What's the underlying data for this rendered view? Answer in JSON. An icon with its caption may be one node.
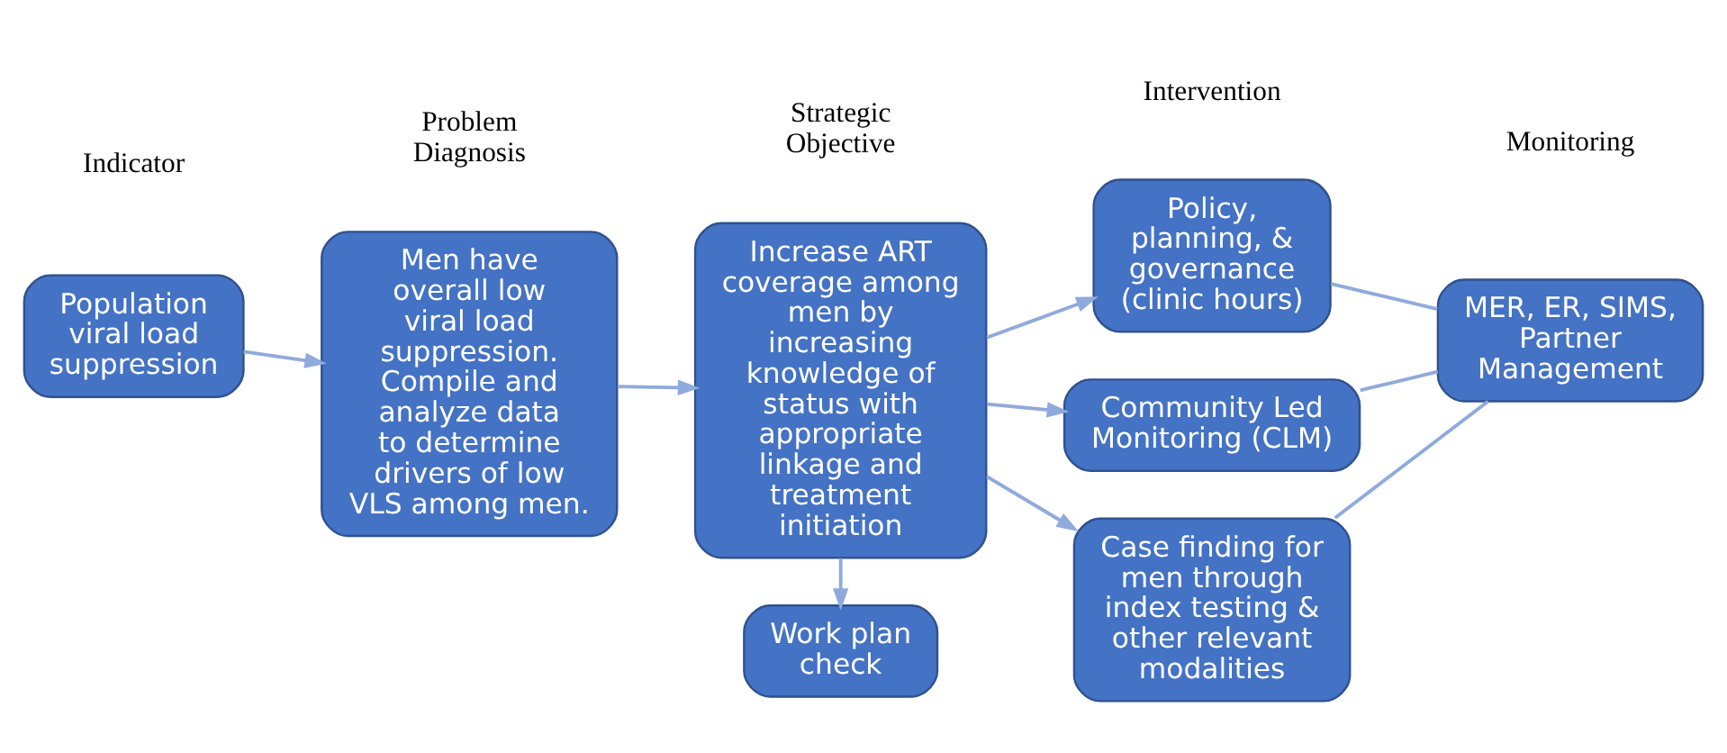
{
  "diagram": {
    "nodes": [
      {
        "text": [
          "Population viral load suppression"
        ]
      },
      {
        "text": [
          "Men have overall low viral load suppression. Compile and analyze data to determine drivers of low VLS among men."
        ]
      },
      {
        "text": [
          "Increase ART coverage among men by increasing knowledge of status with appropriate linkage and treatment initiation"
        ]
      },
      {
        "text": [
          "Work plan check"
        ]
      },
      {
        "text": [
          "Case finding for men through index testing & other relevant modalities"
        ]
      },
      {
        "text": [
          "Policy, planning, & governance (clinic hours)"
        ]
      },
      {
        "text": [
          "Community Led Monitoring (CLM)"
        ]
      },
      {
        "text": [
          "MER, ER, SIMS, Partner Management"
        ]
      }
    ],
    "edges": [
      {
        "from": 0,
        "to": 1,
        "arrow": "to"
      },
      {
        "from": 1,
        "to": 2,
        "arrow": "to"
      },
      {
        "from": 2,
        "to": 4,
        "arrow": "to"
      },
      {
        "from": 2,
        "to": 5,
        "arrow": "to"
      },
      {
        "from": 2,
        "to": 6,
        "arrow": "to"
      },
      {
        "from": 2,
        "to": 3,
        "arrow": "to"
      },
      {
        "from": 4,
        "to": 7,
        "arrow": "none"
      },
      {
        "from": 5,
        "to": 7,
        "arrow": "none"
      },
      {
        "from": 6,
        "to": 7,
        "arrow": "none"
      }
    ],
    "labels": [
      "Indicator",
      "Problem Diagnosis",
      "Strategic Objective",
      "Intervention",
      "Monitoring"
    ]
  }
}
